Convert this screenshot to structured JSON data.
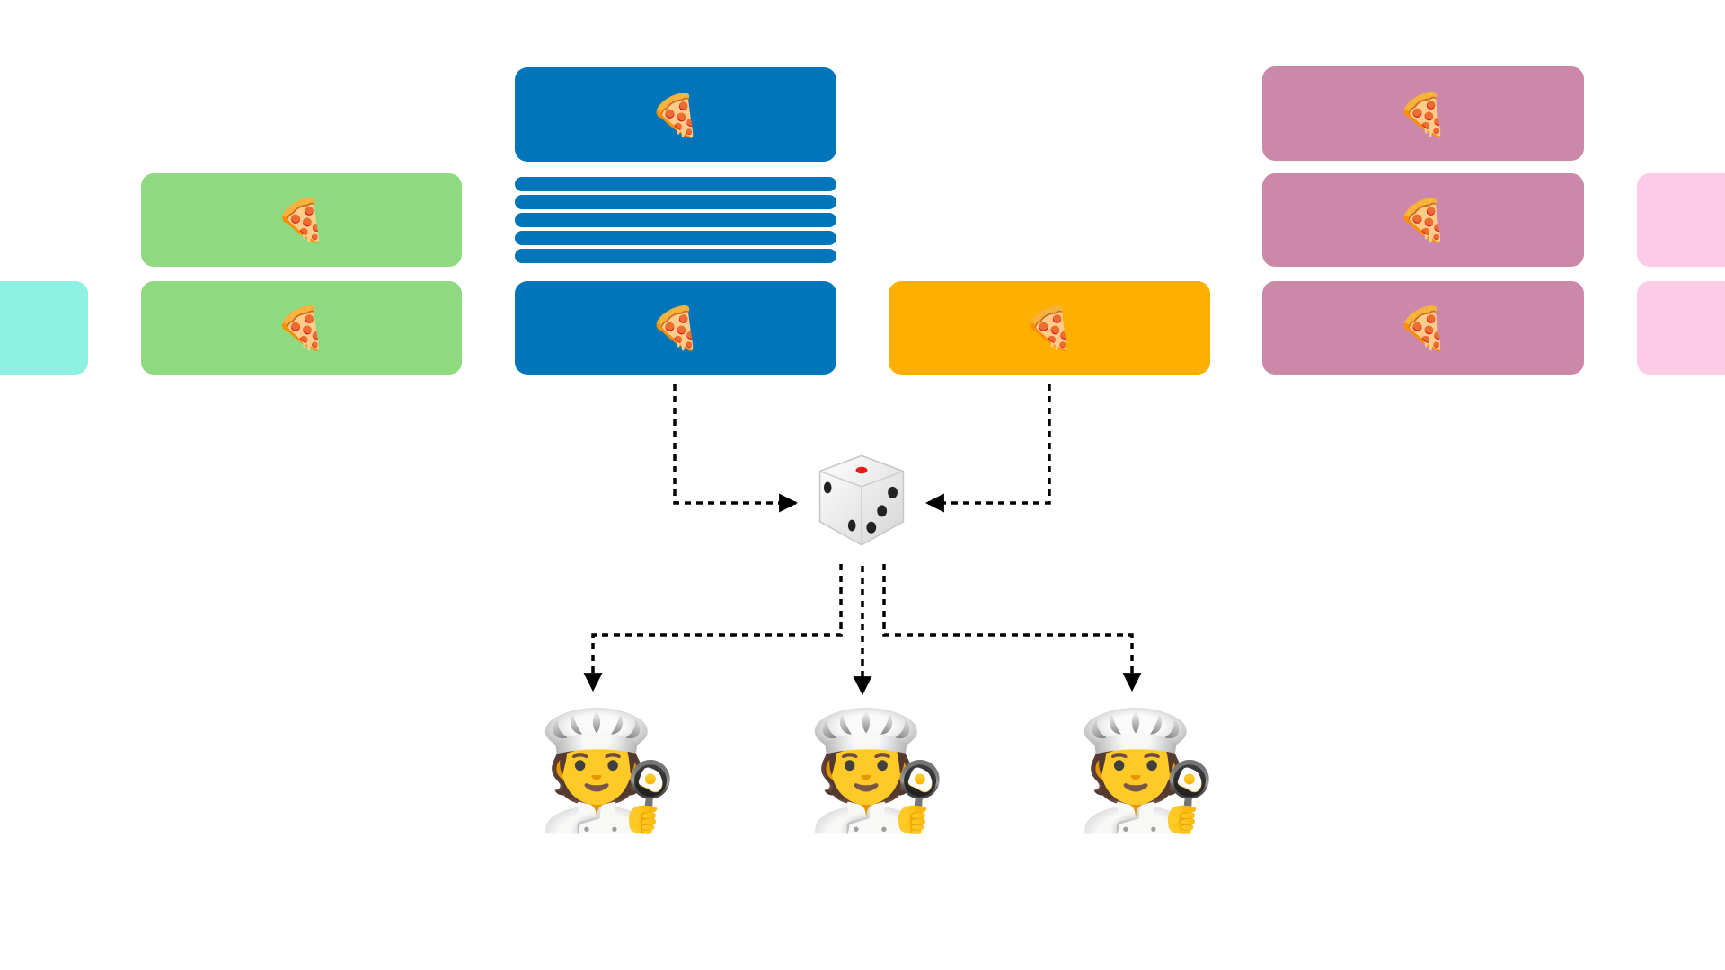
{
  "colors": {
    "teal": "#8ff1e3",
    "green": "#8fd981",
    "blue": "#0075ba",
    "orange": "#ffaf00",
    "mauve": "#cb88a8",
    "pink": "#fdcbe6",
    "arrow": "#000000"
  },
  "icons": {
    "item": "pizza-slice-icon",
    "picker": "dice-icon",
    "worker": "cook-icon"
  },
  "glyphs": {
    "item": "🍕",
    "worker": "🧑‍🍳"
  },
  "queues": [
    {
      "name": "teal-queue",
      "color": "teal",
      "items": 1
    },
    {
      "name": "green-queue",
      "color": "green",
      "items": 2
    },
    {
      "name": "blue-queue",
      "color": "blue",
      "items": 2,
      "collapsed_items": 5
    },
    {
      "name": "orange-queue",
      "color": "orange",
      "items": 1
    },
    {
      "name": "mauve-queue",
      "color": "mauve",
      "items": 3
    },
    {
      "name": "pink-queue",
      "color": "pink",
      "items": 2
    }
  ],
  "workers": 3
}
